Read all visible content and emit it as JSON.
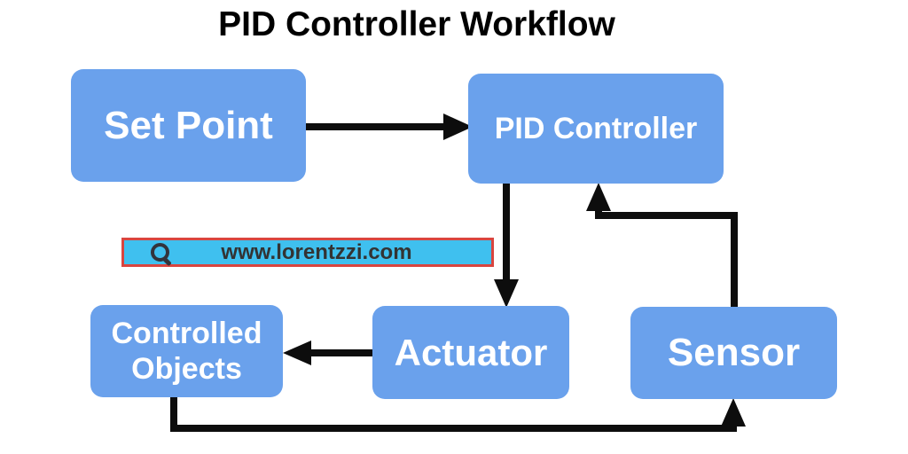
{
  "diagram": {
    "title": "PID Controller Workflow",
    "nodes": [
      {
        "id": "set-point",
        "label": "Set Point"
      },
      {
        "id": "pid-controller",
        "label": "PID Controller"
      },
      {
        "id": "controlled-objects",
        "label": "Controlled Objects"
      },
      {
        "id": "actuator",
        "label": "Actuator"
      },
      {
        "id": "sensor",
        "label": "Sensor"
      }
    ],
    "edges": [
      {
        "from": "Set Point",
        "to": "PID Controller"
      },
      {
        "from": "PID Controller",
        "to": "Actuator"
      },
      {
        "from": "Actuator",
        "to": "Controlled Objects"
      },
      {
        "from": "Controlled Objects",
        "to": "Sensor"
      },
      {
        "from": "Sensor",
        "to": "PID Controller"
      }
    ]
  },
  "watermark": {
    "icon": "search-icon",
    "url": "www.lorentzzi.com"
  },
  "colors": {
    "background": "#FFFFFF",
    "title_text": "#000000",
    "node_fill": "#6AA1EC",
    "node_text": "#FFFFFF",
    "arrow": "#0D0D0D",
    "watermark_bg": "#3FC0EF",
    "watermark_border": "#D9453F",
    "watermark_text": "#333333"
  }
}
